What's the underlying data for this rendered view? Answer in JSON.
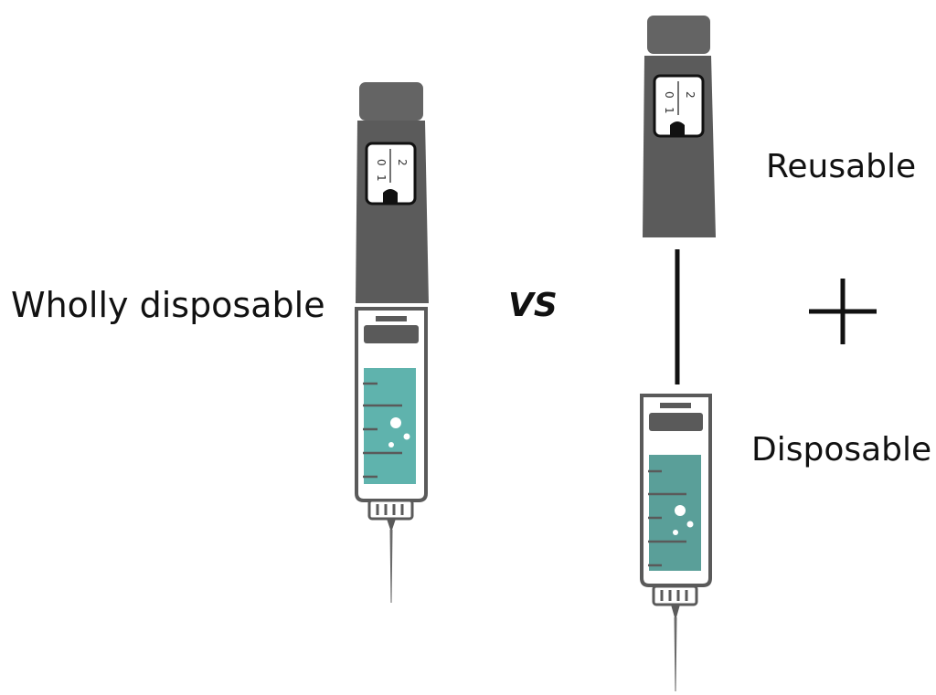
{
  "labels": {
    "wholly_disposable": "Wholly disposable",
    "versus": "VS",
    "reusable": "Reusable",
    "disposable": "Disposable"
  },
  "dose_dial": {
    "digits": [
      "0",
      "1",
      "2"
    ]
  },
  "colors": {
    "pen_body": "#5b5b5b",
    "pen_cap": "#646464",
    "cartridge_outline": "#5a5a5a",
    "liquid_teal": "#5fb3ad",
    "liquid_teal_dark": "#5a9f99",
    "bubbles": "#ffffff",
    "text": "#111111"
  },
  "icons": [
    "insulin-pen-icon",
    "pen-body-icon",
    "cartridge-icon",
    "plus-icon",
    "connector-line"
  ]
}
